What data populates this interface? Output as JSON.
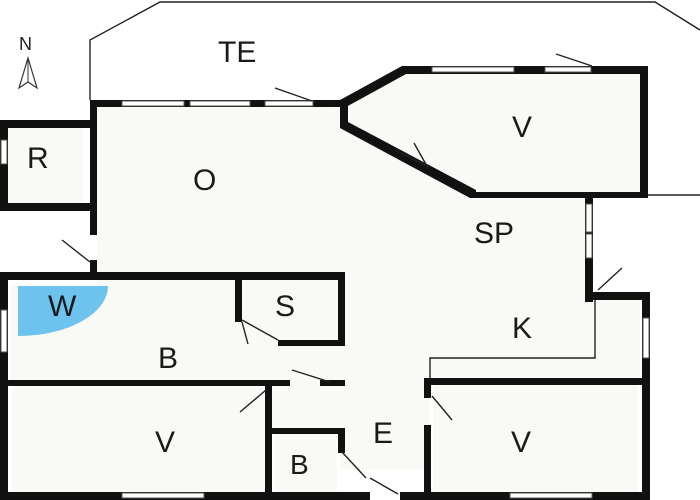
{
  "compass": {
    "letter": "N"
  },
  "rooms": {
    "terrace": "TE",
    "living_top": "V",
    "storage_r": "R",
    "o_room": "O",
    "dining": "SP",
    "washer": "W",
    "sauna": "S",
    "bath_main": "B",
    "kitchen": "K",
    "bed_left": "V",
    "bath_small": "B",
    "entrance": "E",
    "bed_right": "V"
  },
  "colors": {
    "floor": "#f9f9f6",
    "wall": "#111111",
    "washer_fixture": "#6ec3ee"
  }
}
